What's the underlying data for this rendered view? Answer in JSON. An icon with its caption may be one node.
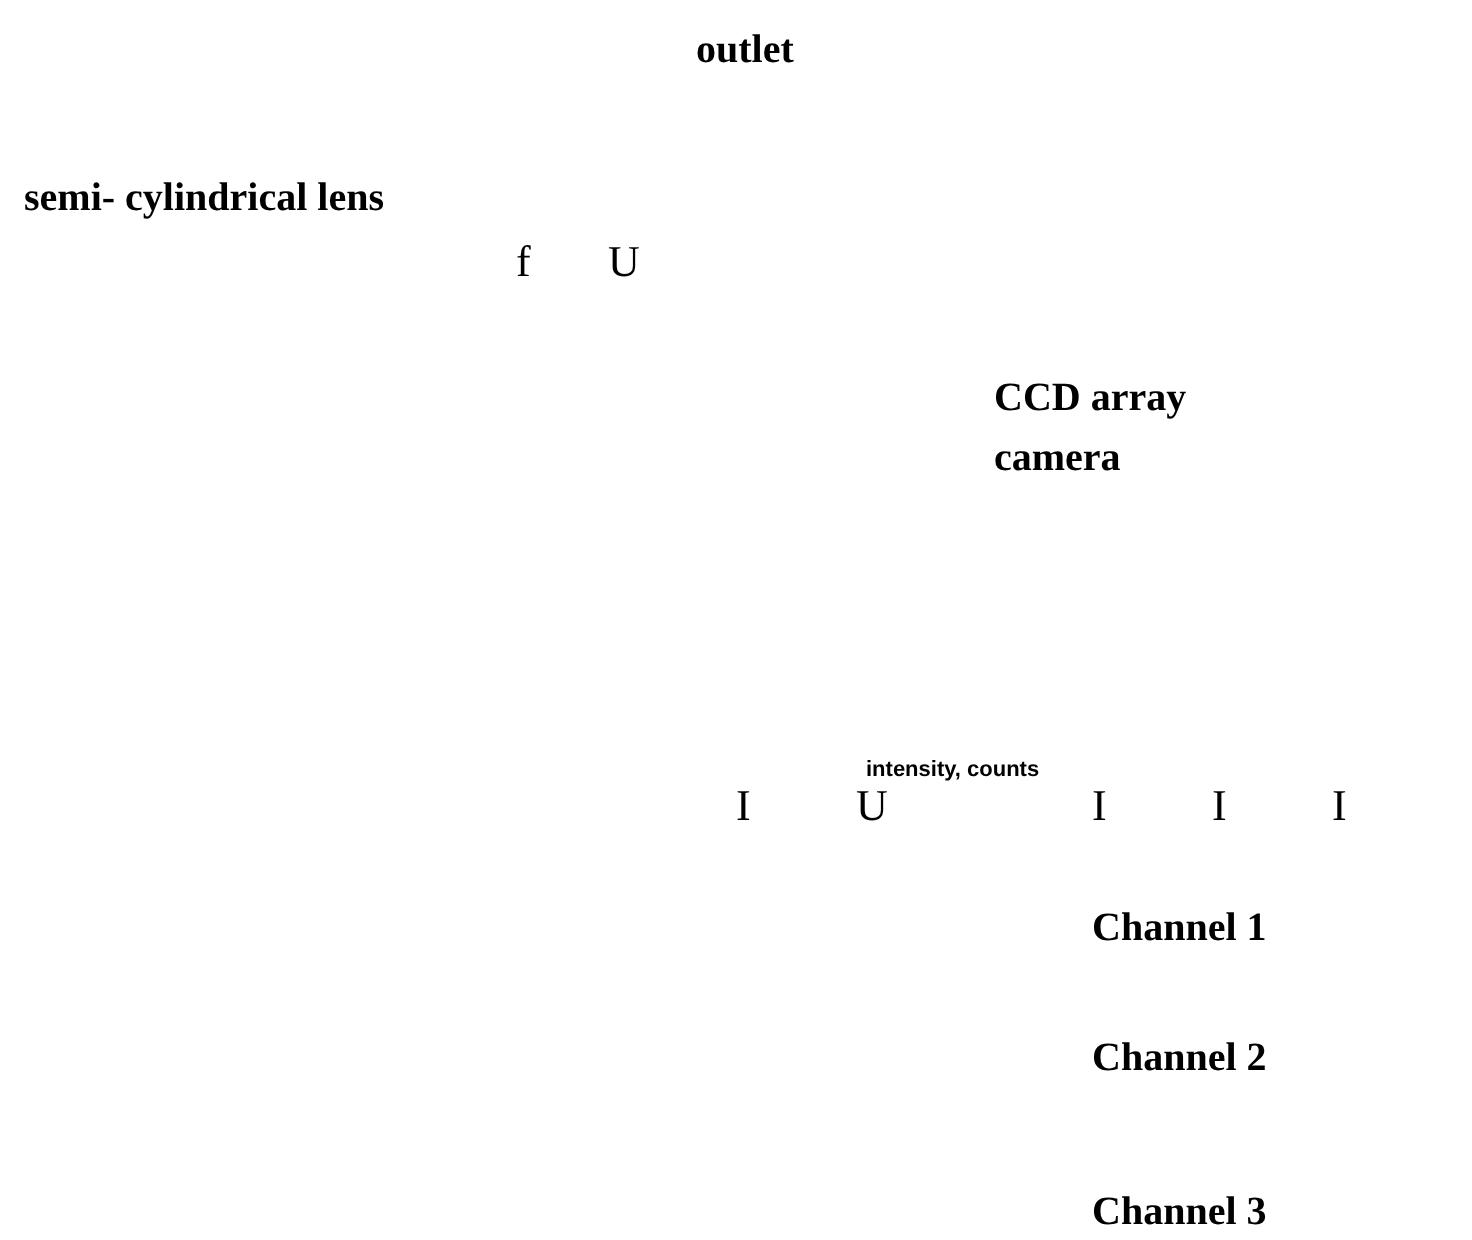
{
  "diagram": {
    "labels": [
      "outlet",
      "semi- cylindrical lens",
      "f",
      "U",
      "CCD array camera",
      "intensity, counts",
      "I",
      "U",
      "I",
      "I",
      "I",
      "Channel 1",
      "Channel 2",
      "Channel 3"
    ]
  }
}
